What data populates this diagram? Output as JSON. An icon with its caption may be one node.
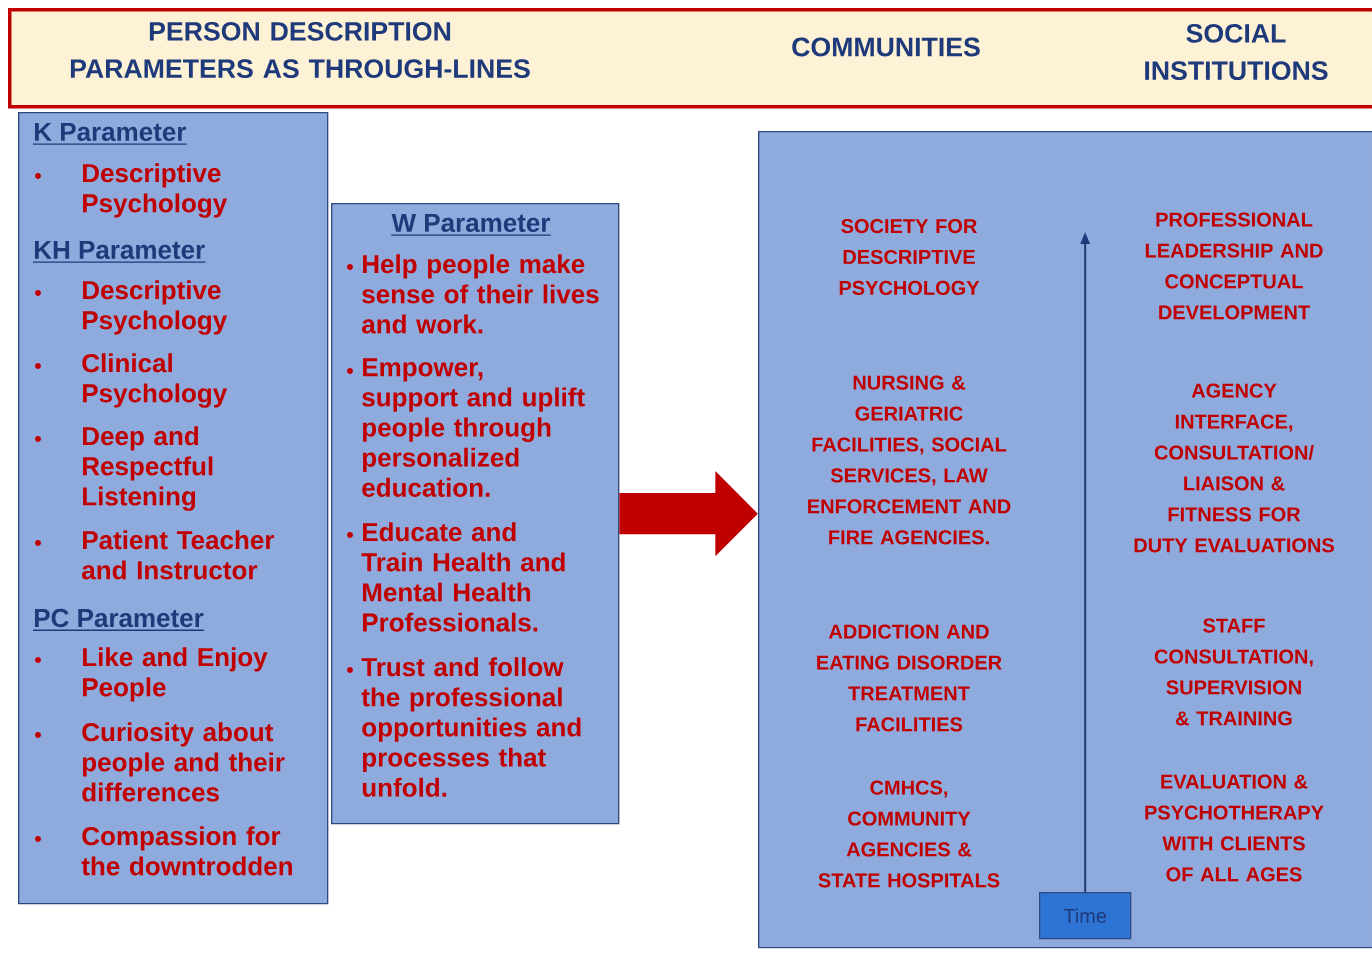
{
  "diagram": {
    "nodes": [
      {
        "text": [
          "PERSON DESCRIPTION PARAMETERS AS THROUGH-LINES",
          "COMMUNITIES",
          "SOCIAL INSTITUTIONS"
        ]
      },
      {
        "text": [
          "K Parameter",
          "Descriptive Psychology",
          "KH Parameter",
          "Descriptive Psychology",
          "Clinical Psychology",
          "Deep and Respectful Listening",
          "Patient Teacher and Instructor",
          "PC Parameter",
          "Like and Enjoy People",
          "Curiosity about people and their differences",
          "Compassion for the downtrodden"
        ]
      },
      {
        "text": [
          "W Parameter",
          "Help people make sense of their lives and work.",
          "Empower, support and uplift people through personalized education.",
          "Educate and Train Health and Mental Health Professionals.",
          "Trust and follow the professional opportunities and processes that unfold."
        ]
      },
      {
        "text": [
          "SOCIETY FOR DESCRIPTIVE PSYCHOLOGY",
          "NURSING & GERIATRIC FACILITIES, SOCIAL SERVICES, LAW ENFORCEMENT AND FIRE AGENCIES.",
          "ADDICTION AND EATING DISORDER TREATMENT FACILITIES",
          "CMHCS, COMMUNITY AGENCIES & STATE HOSPITALS",
          "PROFESSIONAL LEADERSHIP AND CONCEPTUAL DEVELOPMENT",
          "AGENCY INTERFACE, CONSULTATION/ LIAISON & FITNESS FOR DUTY EVALUATIONS",
          "STAFF CONSULTATION, SUPERVISION & TRAINING",
          "EVALUATION & PSYCHOTHERAPY WITH CLIENTS OF ALL AGES"
        ]
      },
      {
        "text": [
          "Time"
        ],
        "in": 3
      }
    ],
    "edges": [
      {
        "from": 2,
        "to": 3,
        "arrow": "to",
        "style": "thick",
        "color": "#c00000"
      },
      {
        "from": 4,
        "to": null,
        "arrow": "to",
        "color": "#1f3a7a"
      }
    ]
  }
}
